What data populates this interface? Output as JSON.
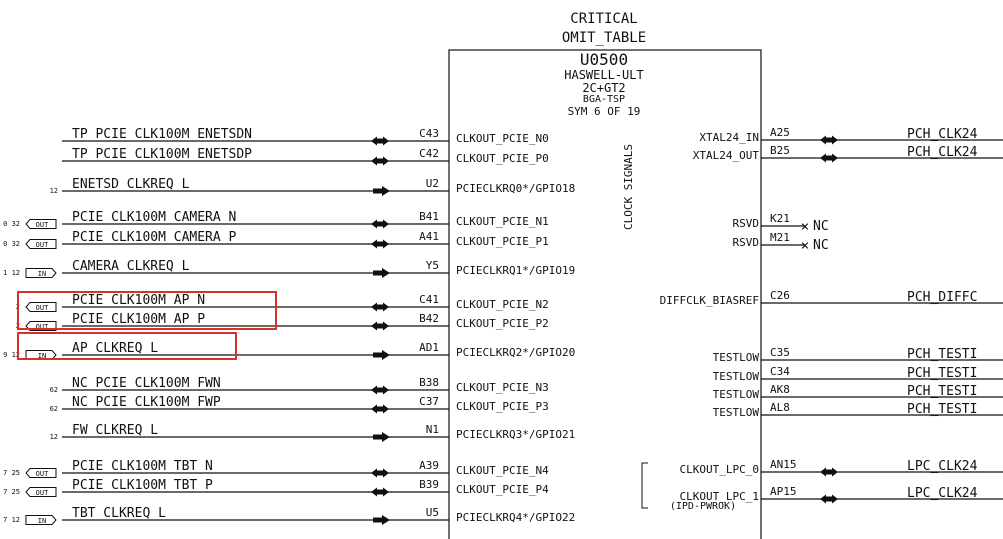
{
  "header": {
    "line1": "CRITICAL",
    "line2": "OMIT_TABLE"
  },
  "part": {
    "refdes": "U0500",
    "name": "HASWELL-ULT",
    "variant": "2C+GT2",
    "package": "BGA-TSP",
    "sym": "SYM 6 OF 19",
    "section_label": "CLOCK SIGNALS"
  },
  "left_pins": [
    {
      "pin": "C43",
      "name": "CLKOUT_PCIE_N0",
      "net": "TP_PCIE_CLK100M_ENETSDN",
      "ref": "",
      "port": "",
      "arrow": "bi"
    },
    {
      "pin": "C42",
      "name": "CLKOUT_PCIE_P0",
      "net": "TP_PCIE_CLK100M_ENETSDP",
      "ref": "",
      "port": "",
      "arrow": "bi"
    },
    {
      "pin": "U2",
      "name": "PCIECLKRQ0*/GPIO18",
      "net": "ENETSD_CLKREQ_L",
      "ref": "12",
      "port": "",
      "arrow": "in"
    },
    {
      "pin": "B41",
      "name": "CLKOUT_PCIE_N1",
      "net": "PCIE_CLK100M_CAMERA_N",
      "ref": "0 32",
      "port": "OUT",
      "arrow": "bi"
    },
    {
      "pin": "A41",
      "name": "CLKOUT_PCIE_P1",
      "net": "PCIE_CLK100M_CAMERA_P",
      "ref": "0 32",
      "port": "OUT",
      "arrow": "bi"
    },
    {
      "pin": "Y5",
      "name": "PCIECLKRQ1*/GPIO19",
      "net": "CAMERA_CLKREQ_L",
      "ref": "1 12",
      "port": "IN",
      "arrow": "in"
    },
    {
      "pin": "C41",
      "name": "CLKOUT_PCIE_N2",
      "net": "PCIE_CLK100M_AP_N",
      "ref": "2",
      "port": "OUT",
      "arrow": "bi"
    },
    {
      "pin": "B42",
      "name": "CLKOUT_PCIE_P2",
      "net": "PCIE_CLK100M_AP_P",
      "ref": "2",
      "port": "OUT",
      "arrow": "bi"
    },
    {
      "pin": "AD1",
      "name": "PCIECLKRQ2*/GPIO20",
      "net": "AP_CLKREQ_L",
      "ref": "9 12",
      "port": "IN",
      "arrow": "in"
    },
    {
      "pin": "B38",
      "name": "CLKOUT_PCIE_N3",
      "net": "NC_PCIE_CLK100M_FWN",
      "ref": "62",
      "port": "",
      "arrow": "bi"
    },
    {
      "pin": "C37",
      "name": "CLKOUT_PCIE_P3",
      "net": "NC_PCIE_CLK100M_FWP",
      "ref": "62",
      "port": "",
      "arrow": "bi"
    },
    {
      "pin": "N1",
      "name": "PCIECLKRQ3*/GPIO21",
      "net": "FW_CLKREQ_L",
      "ref": "12",
      "port": "",
      "arrow": "in"
    },
    {
      "pin": "A39",
      "name": "CLKOUT_PCIE_N4",
      "net": "PCIE_CLK100M_TBT_N",
      "ref": "7 25",
      "port": "OUT",
      "arrow": "bi"
    },
    {
      "pin": "B39",
      "name": "CLKOUT_PCIE_P4",
      "net": "PCIE_CLK100M_TBT_P",
      "ref": "7 25",
      "port": "OUT",
      "arrow": "bi"
    },
    {
      "pin": "U5",
      "name": "PCIECLKRQ4*/GPIO22",
      "net": "TBT_CLKREQ_L",
      "ref": "7 12",
      "port": "IN",
      "arrow": "in"
    }
  ],
  "right_pins": [
    {
      "pin": "A25",
      "name": "XTAL24_IN",
      "net": "PCH_CLK24",
      "nc": false,
      "arrow": true
    },
    {
      "pin": "B25",
      "name": "XTAL24_OUT",
      "net": "PCH_CLK24",
      "nc": false,
      "arrow": true
    },
    {
      "pin": "K21",
      "name": "RSVD",
      "net": "",
      "nc": true,
      "arrow": false
    },
    {
      "pin": "M21",
      "name": "RSVD",
      "net": "",
      "nc": true,
      "arrow": false
    },
    {
      "pin": "C26",
      "name": "DIFFCLK_BIASREF",
      "net": "PCH_DIFFC",
      "nc": false,
      "arrow": false
    },
    {
      "pin": "C35",
      "name": "TESTLOW",
      "net": "PCH_TESTI",
      "nc": false,
      "arrow": false
    },
    {
      "pin": "C34",
      "name": "TESTLOW",
      "net": "PCH_TESTI",
      "nc": false,
      "arrow": false
    },
    {
      "pin": "AK8",
      "name": "TESTLOW",
      "net": "PCH_TESTI",
      "nc": false,
      "arrow": false
    },
    {
      "pin": "AL8",
      "name": "TESTLOW",
      "net": "PCH_TESTI",
      "nc": false,
      "arrow": false
    },
    {
      "pin": "AN15",
      "name": "CLKOUT_LPC_0",
      "net": "LPC_CLK24",
      "nc": false,
      "arrow": true
    },
    {
      "pin": "AP15",
      "name": "CLKOUT_LPC_1",
      "net": "LPC_CLK24",
      "nc": false,
      "arrow": true
    }
  ],
  "nc_label": "NC",
  "lpc_note": "(IPD-PWROK)",
  "highlight_color": "#d9302c"
}
